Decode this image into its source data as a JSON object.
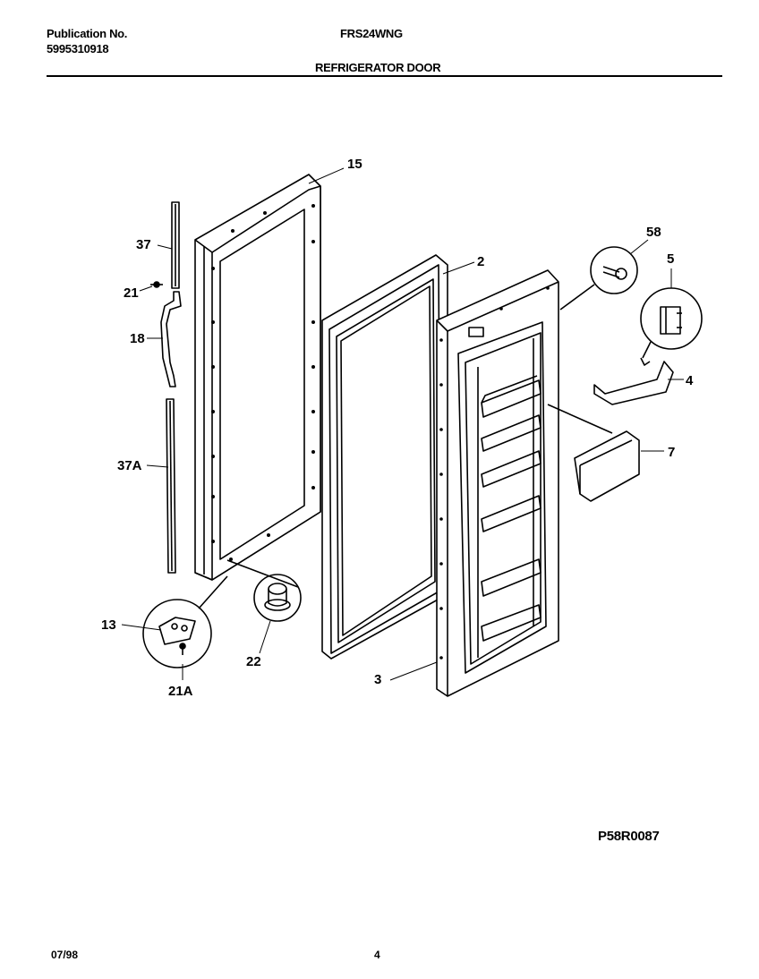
{
  "header": {
    "publication_label": "Publication No.",
    "publication_number": "5995310918",
    "model": "FRS24WNG",
    "section_title": "REFRIGERATOR DOOR"
  },
  "diagram": {
    "code": "P58R0087",
    "callouts": {
      "p15": "15",
      "p2": "2",
      "p58": "58",
      "p5": "5",
      "p4": "4",
      "p7": "7",
      "p3": "3",
      "p37": "37",
      "p21": "21",
      "p18": "18",
      "p37a": "37A",
      "p13": "13",
      "p21a": "21A",
      "p22": "22"
    }
  },
  "footer": {
    "date": "07/98",
    "page": "4"
  }
}
